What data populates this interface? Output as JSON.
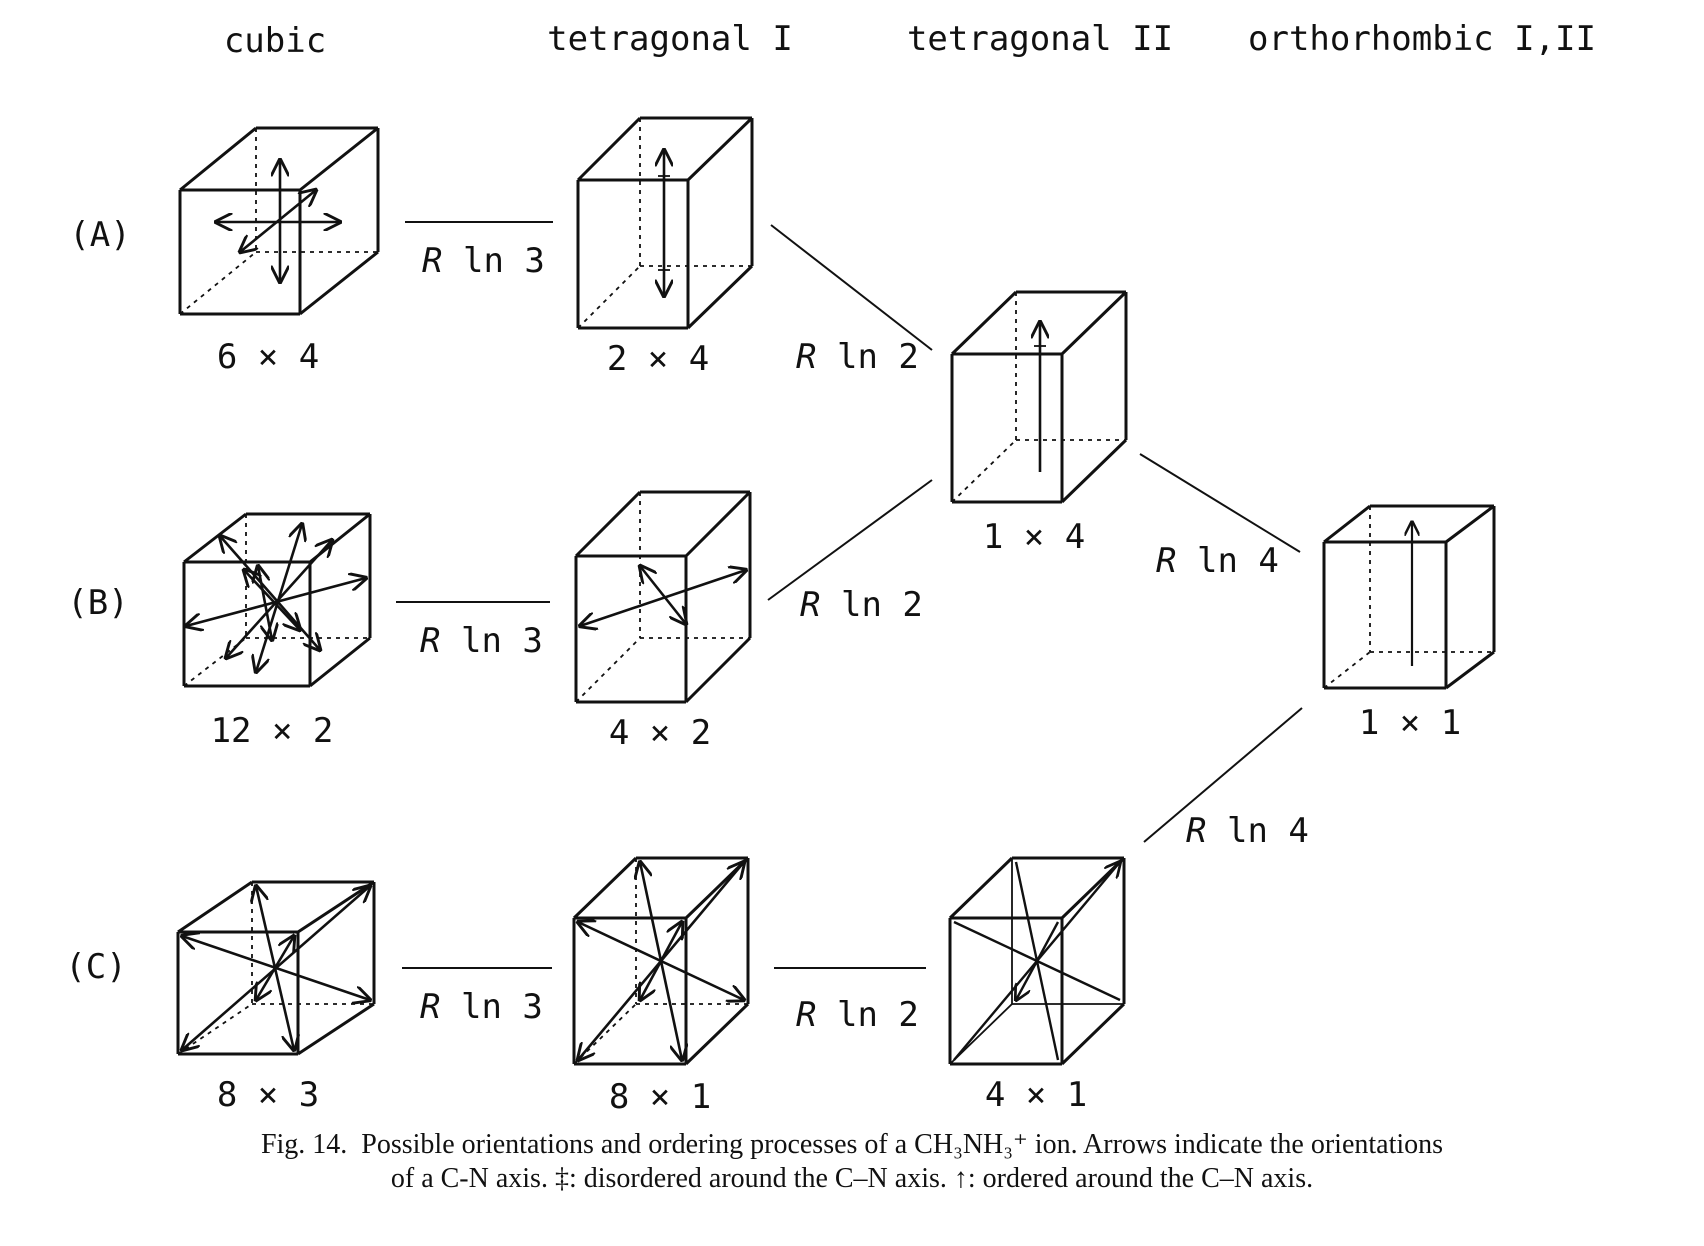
{
  "columns": [
    "cubic",
    "tetragonal I",
    "tetragonal II",
    "orthorhombic I,II"
  ],
  "rows": [
    "(A)",
    "(B)",
    "(C)"
  ],
  "counts": {
    "a_cubic": "6 × 4",
    "a_tet1": "2 × 4",
    "tet2": "1 × 4",
    "ortho": "1 × 1",
    "b_cubic": "12 × 2",
    "b_tet1": "4 × 2",
    "c_cubic": "8 × 3",
    "c_tet1": "8 × 1",
    "c_tet2": "4 × 1"
  },
  "transitions": {
    "a_cubic_tet1": "ln 3",
    "a_tet1_tet2": "ln 2",
    "b_cubic_tet1": "ln 3",
    "b_tet1_tet2": "ln 2",
    "tet2_ortho": "ln 4",
    "c_cubic_tet1": "ln 3",
    "c_tet1_tet2": "ln 2",
    "c_tet2_ortho": "ln 4",
    "symbol": "R"
  },
  "caption": {
    "line1": "Fig. 14.  Possible orientations and ordering processes of a CH₃NH₃⁺ ion. Arrows indicate the orientations",
    "line2": "of a C-N axis. ‡: disordered around the C–N axis. ↑: ordered around the C–N axis."
  }
}
